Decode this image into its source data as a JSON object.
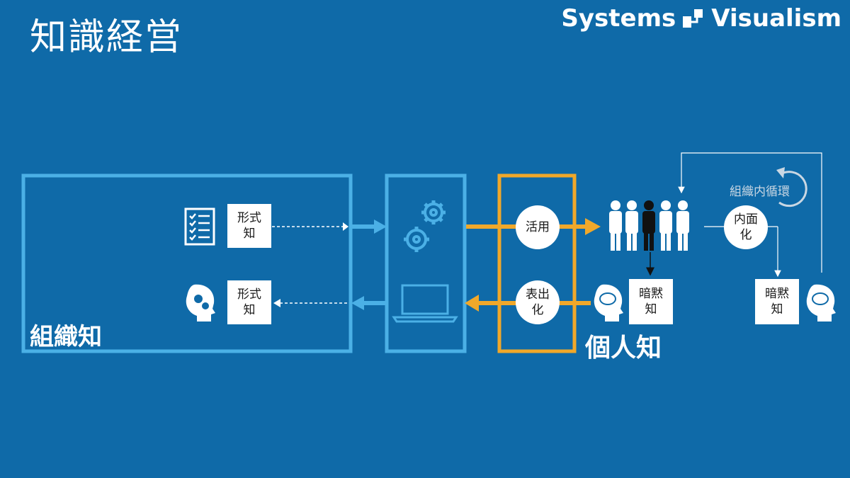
{
  "title": "知識経営",
  "brand": {
    "left": "Systems",
    "right": "Visualism"
  },
  "colors": {
    "background": "#0f6aa8",
    "light_blue": "#4bb0e6",
    "orange": "#f0a82a",
    "white": "#ffffff"
  },
  "labels": {
    "org_knowledge": "組織知",
    "individual_knowledge": "個人知",
    "formal_top_1": "形式",
    "formal_top_2": "知",
    "formal_bottom_1": "形式",
    "formal_bottom_2": "知",
    "use": "活用",
    "express_1": "表出",
    "express_2": "化",
    "internal_1": "内面",
    "internal_2": "化",
    "tacit_a_1": "暗黙",
    "tacit_a_2": "知",
    "tacit_b_1": "暗黙",
    "tacit_b_2": "知",
    "cycle": "組織内循環"
  },
  "icons": [
    "checklist-icon",
    "gear-head-icon",
    "gears-icon",
    "laptop-icon",
    "people-icon",
    "brain-head-icon"
  ]
}
